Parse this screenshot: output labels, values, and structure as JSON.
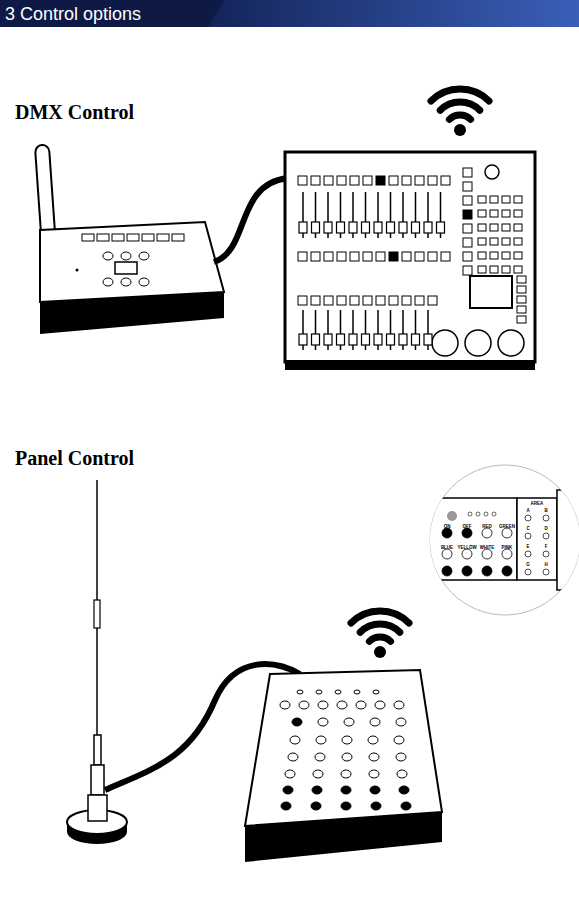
{
  "diagram": {
    "title": "3 Control options",
    "labels": [
      "DMX Control",
      "Panel Control",
      "ON",
      "OFF",
      "RED",
      "GREEN",
      "BLUE",
      "YELLOW",
      "WHITE",
      "PINK",
      "AREA",
      "A",
      "B",
      "C",
      "D",
      "E",
      "F",
      "G",
      "H"
    ]
  }
}
